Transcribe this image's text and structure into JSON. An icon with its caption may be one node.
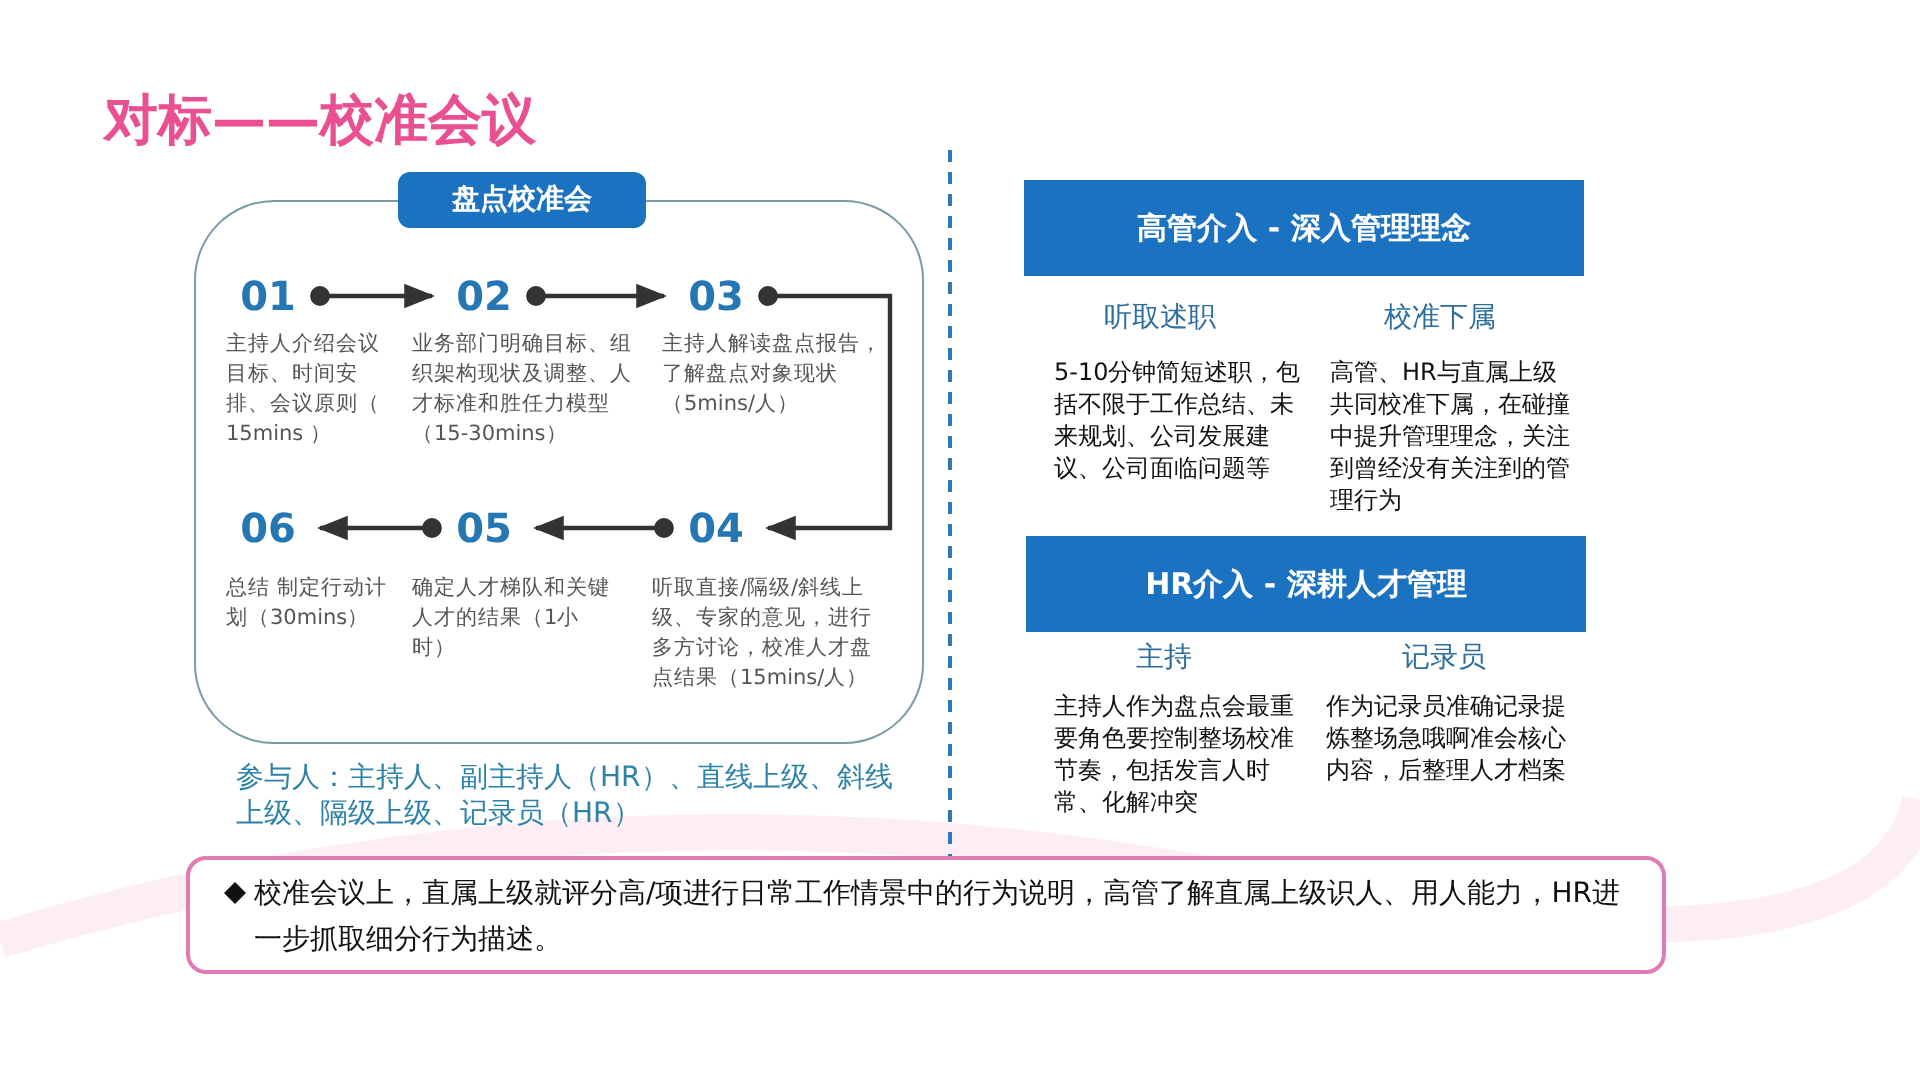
{
  "diagram": {
    "title": "对标——校准会议",
    "nodes": [
      {
        "text": [
          "盘点校准会"
        ]
      },
      {
        "text": [
          "01"
        ],
        "in": 0,
        "beside": [
          "主持人介绍会议目标、时间安排、会议原则（ 15mins ）"
        ]
      },
      {
        "text": [
          "02"
        ],
        "in": 0,
        "beside": [
          "业务部门明确目标、组织架构现状及调整、人才标准和胜任力模型（15-30mins）"
        ]
      },
      {
        "text": [
          "03"
        ],
        "in": 0,
        "beside": [
          "主持人解读盘点报告，了解盘点对象现状（5mins/人）"
        ]
      },
      {
        "text": [
          "04"
        ],
        "in": 0,
        "beside": [
          "听取直接/隔级/斜线上级、专家的意见，进行多方讨论，校准人才盘点结果（15mins/人）"
        ]
      },
      {
        "text": [
          "05"
        ],
        "in": 0,
        "beside": [
          "确定人才梯队和关键人才的结果（1小时）"
        ]
      },
      {
        "text": [
          "06"
        ],
        "in": 0,
        "beside": [
          "总结 制定行动计划（30mins）"
        ]
      },
      {
        "text": [
          "高管介入 - 深入管理理念"
        ],
        "beside": [
          "听取述职",
          "校准下属"
        ]
      },
      {
        "text": [
          "HR介入 - 深耕人才管理"
        ],
        "beside": [
          "主持",
          "记录员"
        ]
      },
      {
        "text": [
          "校准会议上，直属上级就评分高/项进行日常工作情景中的行为说明，高管了解直属上级识人、用人能力，HR进一步抓取细分行为描述。"
        ]
      }
    ],
    "edges": [
      {
        "from": 1,
        "to": 2,
        "arrow": "to"
      },
      {
        "from": 2,
        "to": 3,
        "arrow": "to"
      },
      {
        "from": 3,
        "to": 4,
        "arrow": "to"
      },
      {
        "from": 4,
        "to": 5,
        "arrow": "to"
      },
      {
        "from": 5,
        "to": 6,
        "arrow": "to"
      }
    ],
    "labels": [
      "参与人：主持人、副主持人（HR）、直线上级、斜线上级、隔级上级、记录员（HR）",
      "5-10分钟简短述职，包括不限于工作总结、未来规划、公司发展建议、公司面临问题等",
      "高管、HR与直属上级共同校准下属，在碰撞中提升管理理念，关注到曾经没有关注到的管理行为",
      "主持人作为盘点会最重要角色要控制整场校准节奏，包括发言人时常、化解冲突",
      "作为记录员准确记录提炼整场急哦啊准会核心内容，后整理人才档案"
    ]
  }
}
